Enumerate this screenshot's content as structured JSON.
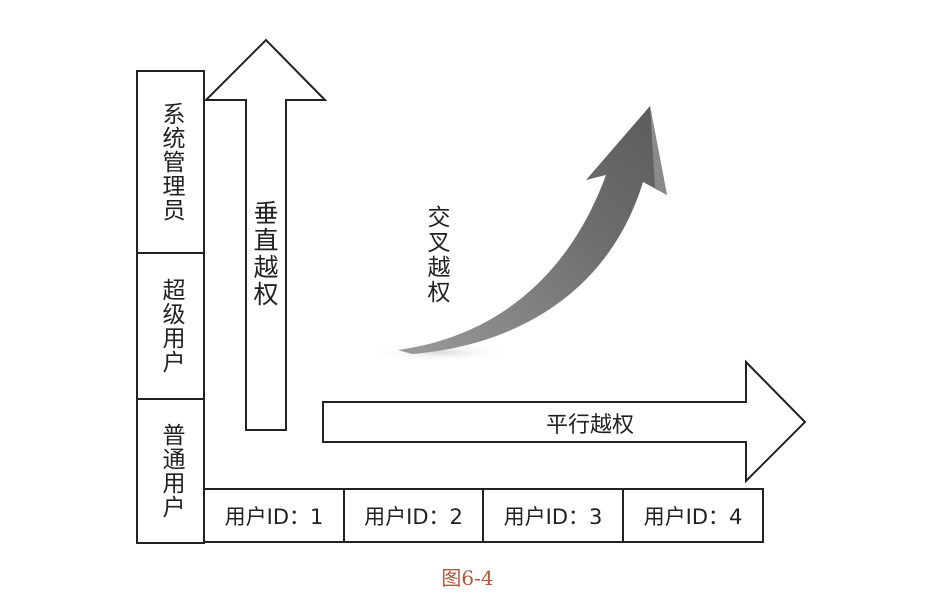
{
  "roles": [
    "系统管理员",
    "超级用户",
    "普通用户"
  ],
  "users": [
    "用户ID：1",
    "用户ID：2",
    "用户ID：3",
    "用户ID：4"
  ],
  "labels": {
    "vertical": "垂直越权",
    "horizontal": "平行越权",
    "cross": "交叉越权"
  },
  "caption": "图6-4",
  "colors": {
    "caption": "#b4573a",
    "curve_arrow": "#6e6e6e"
  }
}
